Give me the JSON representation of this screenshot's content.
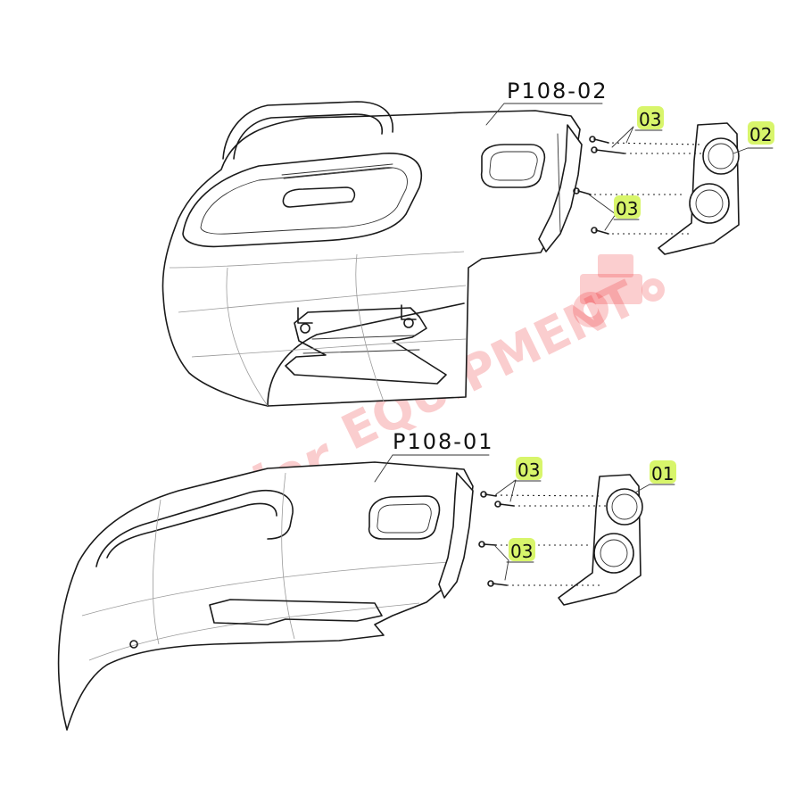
{
  "assemblies": [
    {
      "label": "P108-02"
    },
    {
      "label": "P108-01"
    }
  ],
  "callouts": {
    "upper_cover_lamp": "02",
    "upper_screws_a": "03",
    "upper_screws_b": "03",
    "lower_cover_lamp": "01",
    "lower_screws_a": "03",
    "lower_screws_b": "03"
  },
  "callout_highlight_color": "#d8f56b",
  "watermark": {
    "text_script": "Varnier",
    "text_block": "EQUIPMENT",
    "color": "#ec2026",
    "icon": "tractor-icon"
  }
}
